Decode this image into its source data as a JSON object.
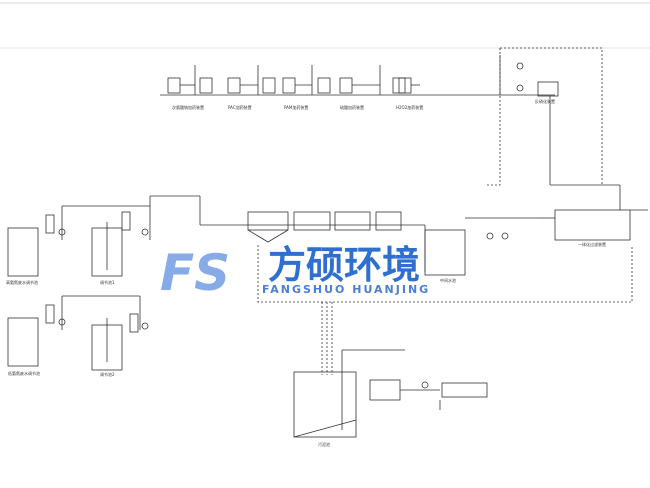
{
  "dosing_labels": [
    "次氯酸钠加药装置",
    "PAC加药装置",
    "PAM加药装置",
    "硫酸加药装置",
    "H2O2加药装置"
  ],
  "side_label_top": "反硝化装置",
  "tank_labels": {
    "raw_1": "高氨氮废水调节池",
    "raw_2": "低氨氮废水调节池",
    "reaction_1": "调节池1",
    "reaction_2": "调节池2",
    "middle": "中间水池",
    "sludge": "污泥池",
    "filter": "一体化过滤装置"
  },
  "watermark": {
    "logo": "FS",
    "cn": "方硕环境",
    "en": "FANGSHUO HUANJING"
  },
  "colors": {
    "line": "#333333",
    "watermark": "#2f6fd0",
    "dash": "#555555"
  }
}
